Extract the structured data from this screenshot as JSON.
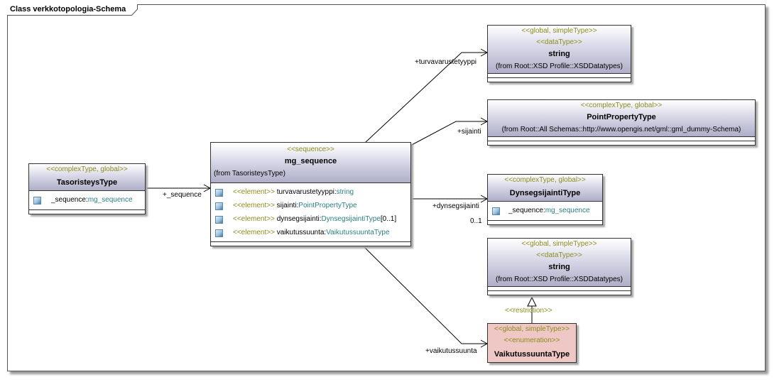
{
  "frame": {
    "title": "Class verkkotopologia-Schema"
  },
  "classes": {
    "string_top": {
      "stereotypes": [
        "<<global, simpleType>>",
        "<<dataType>>"
      ],
      "name": "string",
      "from": "(from Root::XSD Profile::XSDDatatypes)"
    },
    "point_property_type": {
      "stereotypes": [
        "<<complexType, global>>"
      ],
      "name": "PointPropertyType",
      "from": "(from Root::All Schemas::http://www.opengis.net/gml::gml_dummy-Schema)"
    },
    "tasoristeys_type": {
      "stereotypes": [
        "<<complexType, global>>"
      ],
      "name": "TasoristeysType",
      "attribute": {
        "name": "_sequence:",
        "type": "mg_sequence"
      }
    },
    "mg_sequence": {
      "stereotypes": [
        "<<sequence>>"
      ],
      "name": "mg_sequence",
      "from": "(from TasoristeysType)",
      "attributes": [
        {
          "stereotype": "<<element>>",
          "name": "turvavarustetyyppi:",
          "type": "string",
          "mult": ""
        },
        {
          "stereotype": "<<element>>",
          "name": "sijainti:",
          "type": "PointPropertyType",
          "mult": ""
        },
        {
          "stereotype": "<<element>>",
          "name": "dynsegsijainti:",
          "type": "DynsegsijaintiType",
          "mult": "[0..1]"
        },
        {
          "stereotype": "<<element>>",
          "name": "vaikutussuunta:",
          "type": "VaikutussuuntaType",
          "mult": ""
        }
      ]
    },
    "dynsegsijainti_type": {
      "stereotypes": [
        "<<complexType, global>>"
      ],
      "name": "DynsegsijaintiType",
      "attribute": {
        "name": "_sequence:",
        "type": "mg_sequence"
      }
    },
    "string_bottom": {
      "stereotypes": [
        "<<global, simpleType>>",
        "<<dataType>>"
      ],
      "name": "string",
      "from": "(from Root::XSD Profile::XSDDatatypes)"
    },
    "vaikutussuunta_type": {
      "stereotypes": [
        "<<global, simpleType>>",
        "<<enumeration>>"
      ],
      "name": "VaikutussuuntaType"
    }
  },
  "connectors": {
    "sequence": "+_sequence",
    "turvavarustetyyppi": "+turvavarustetyyppi",
    "sijainti": "+sijainti",
    "dynsegsijainti": "+dynsegsijainti",
    "dynsegsijainti_mult": "0..1",
    "vaikutussuunta": "+vaikutussuunta",
    "restriction": "<<restriction>>"
  },
  "colors": {
    "header_gradient_end": "#aeaec8",
    "enum_header": "#efc7c4",
    "stereotype_text": "#8c8c1e",
    "type_text": "#2a8080"
  }
}
